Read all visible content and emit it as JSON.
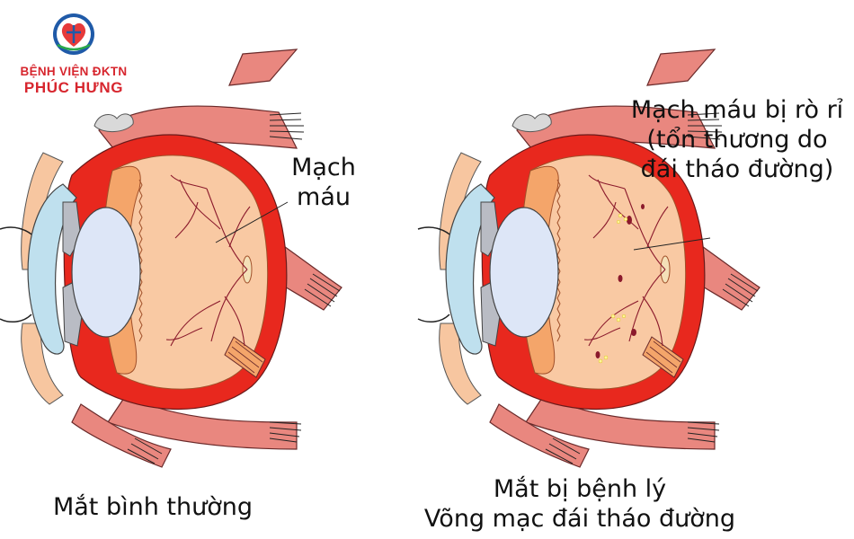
{
  "logo": {
    "line1": "BỆNH VIỆN ĐKTN",
    "line2": "PHÚC HƯNG"
  },
  "normal_eye": {
    "vessel_label_line1": "Mạch",
    "vessel_label_line2": "máu",
    "caption": "Mắt bình thường"
  },
  "diseased_eye": {
    "leak_label_line1": "Mạch máu bị rò rỉ",
    "leak_label_line2": "(tổn thương do",
    "leak_label_line3": "đái tháo đường)",
    "caption_line1": "Mắt bị bệnh lý",
    "caption_line2": "Võng mạc đái tháo đường"
  },
  "colors": {
    "sclera_red": "#e8281e",
    "muscle_pink": "#e9877f",
    "vitreous": "#f9c9a3",
    "retina_orange": "#f4a56a",
    "lens_blue": "#dde6f7",
    "cornea_blue": "#bfe0ee",
    "brand_red": "#d7262e",
    "vessel": "#8b1a2c",
    "exudate": "#fff59a"
  }
}
